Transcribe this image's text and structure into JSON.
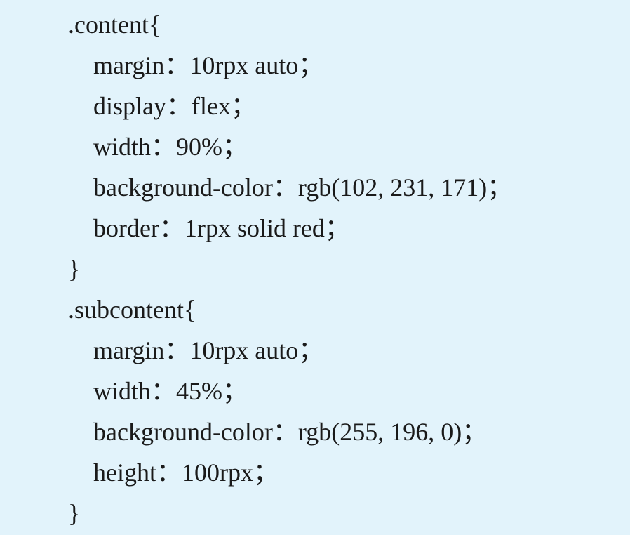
{
  "code": {
    "lines": [
      {
        "text": ".content{",
        "indent": false
      },
      {
        "text": "margin：10rpx auto；",
        "indent": true
      },
      {
        "text": "display：flex；",
        "indent": true
      },
      {
        "text": "width：90%；",
        "indent": true
      },
      {
        "text": "background-color：rgb(102, 231, 171)；",
        "indent": true
      },
      {
        "text": "border：1rpx solid red；",
        "indent": true
      },
      {
        "text": "}",
        "indent": false
      },
      {
        "text": ".subcontent{",
        "indent": false
      },
      {
        "text": "margin：10rpx auto；",
        "indent": true
      },
      {
        "text": "width：45%；",
        "indent": true
      },
      {
        "text": "background-color：rgb(255, 196, 0)；",
        "indent": true
      },
      {
        "text": "height：100rpx；",
        "indent": true
      },
      {
        "text": "}",
        "indent": false
      }
    ]
  },
  "colors": {
    "background": "#e2f3fb",
    "text": "#1a1a1a"
  }
}
